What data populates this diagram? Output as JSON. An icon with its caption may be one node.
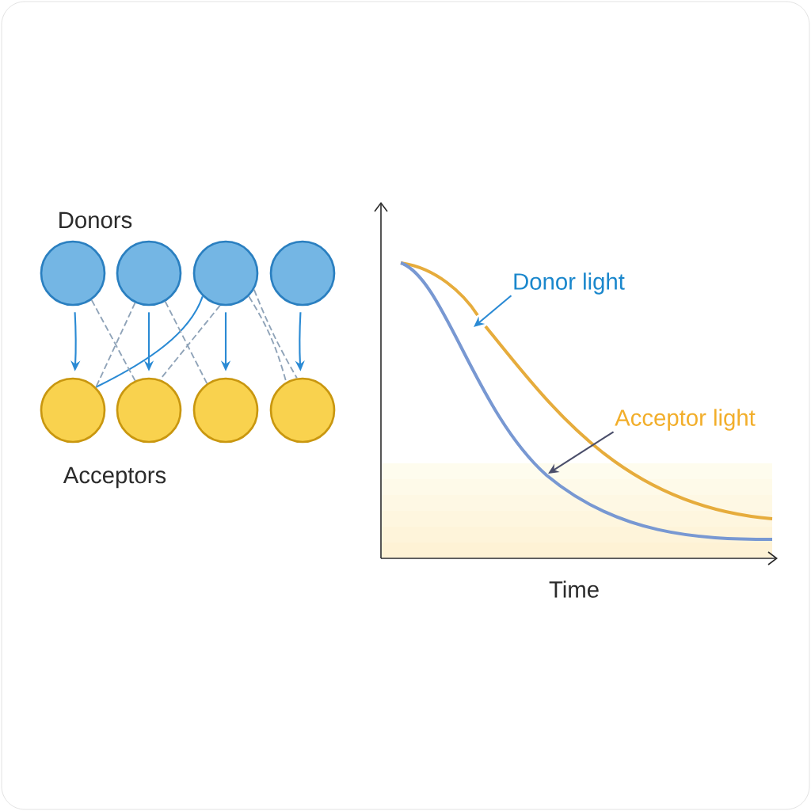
{
  "diagram": {
    "nodes": [
      {
        "text": [],
        "shape": "circle"
      },
      {
        "text": [],
        "shape": "circle"
      },
      {
        "text": [],
        "shape": "circle"
      },
      {
        "text": [],
        "shape": "circle"
      },
      {
        "text": [],
        "shape": "circle"
      },
      {
        "text": [],
        "shape": "circle"
      },
      {
        "text": [],
        "shape": "circle"
      },
      {
        "text": [],
        "shape": "circle"
      },
      {
        "text": [
          "Donor light"
        ]
      },
      {
        "text": [
          "Acceptor light"
        ]
      }
    ],
    "edges": [
      {
        "from": 0,
        "to": 4,
        "arrow": "to"
      },
      {
        "from": 1,
        "to": 5,
        "arrow": "to"
      },
      {
        "from": 2,
        "to": 6,
        "arrow": "to"
      },
      {
        "from": 3,
        "to": 7,
        "arrow": "to"
      },
      {
        "from": 4,
        "to": 2,
        "arrow": "none"
      },
      {
        "from": 0,
        "to": 5,
        "arrow": "none",
        "style": "dashed",
        "color": "#8fa3b8"
      },
      {
        "from": 1,
        "to": 4,
        "arrow": "none",
        "style": "dashed",
        "color": "#8fa3b8"
      },
      {
        "from": 1,
        "to": 6,
        "arrow": "none",
        "style": "dashed",
        "color": "#8fa3b8"
      },
      {
        "from": 2,
        "to": 5,
        "arrow": "none",
        "style": "dashed",
        "color": "#8fa3b8"
      },
      {
        "from": 2,
        "to": 7,
        "arrow": "none",
        "style": "dashed",
        "color": "#8fa3b8"
      },
      {
        "from": 2,
        "to": 7,
        "arrow": "none",
        "style": "dashed",
        "color": "#8fa3b8"
      },
      {
        "from": 8,
        "to": null,
        "arrow": "to"
      },
      {
        "from": 9,
        "to": null,
        "arrow": "to",
        "color": "#4a4e6a"
      }
    ],
    "labels": [
      "Donors",
      "Acceptors",
      "Time"
    ]
  }
}
